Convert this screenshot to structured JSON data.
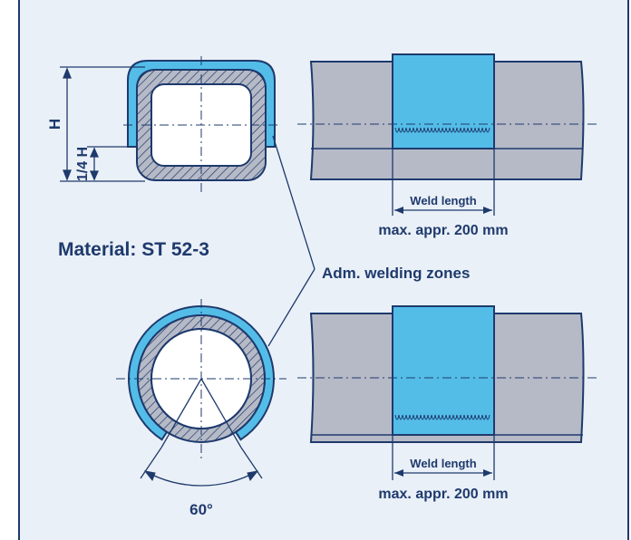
{
  "material_label": "Material:  ST 52-3",
  "weld_zones_label": "Adm. welding zones",
  "dimension_h": "H",
  "dimension_quarter_h": "1/4 H",
  "angle_label": "60°",
  "top_view": {
    "weld_length_label": "Weld length",
    "max_length_label": "max. appr. 200 mm"
  },
  "bottom_view": {
    "weld_length_label": "Weld length",
    "max_length_label": "max. appr. 200 mm"
  },
  "colors": {
    "outline": "#1e3a6d",
    "weld_zone": "#53bde8",
    "tube_body": "#b6bac6",
    "background": "#eaf0f7"
  }
}
